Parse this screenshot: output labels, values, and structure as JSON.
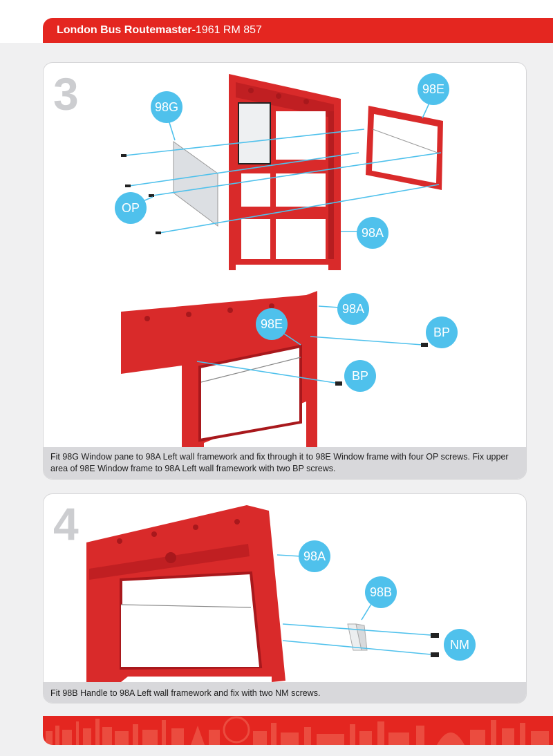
{
  "header": {
    "title_bold": "London Bus Routemaster-",
    "title_rest": "1961 RM 857"
  },
  "step3": {
    "number": "3",
    "labels": {
      "window_pane": "98G",
      "window_frame": "98E",
      "op_screw": "OP",
      "left_wall": "98A",
      "left_wall_detail": "98A",
      "window_frame_detail": "98E",
      "bp_screw_top": "BP",
      "bp_screw_bottom": "BP"
    },
    "caption": "Fit 98G Window pane to 98A Left wall framework and fix through it to 98E Window frame with four OP screws. Fix upper area of 98E Window frame to 98A Left wall framework with two BP screws."
  },
  "step4": {
    "number": "4",
    "labels": {
      "left_wall": "98A",
      "handle": "98B",
      "nm_screw": "NM"
    },
    "caption": "Fit 98B Handle to 98A Left wall framework and fix with two NM screws."
  },
  "colors": {
    "brand_red": "#e42620",
    "part_red": "#d92a2a",
    "callout_blue": "#4fc1ec",
    "caption_grey": "#d8d8db"
  },
  "icons": [
    "screw-icon",
    "window-pane-icon",
    "handle-icon",
    "skyline-silhouette"
  ]
}
